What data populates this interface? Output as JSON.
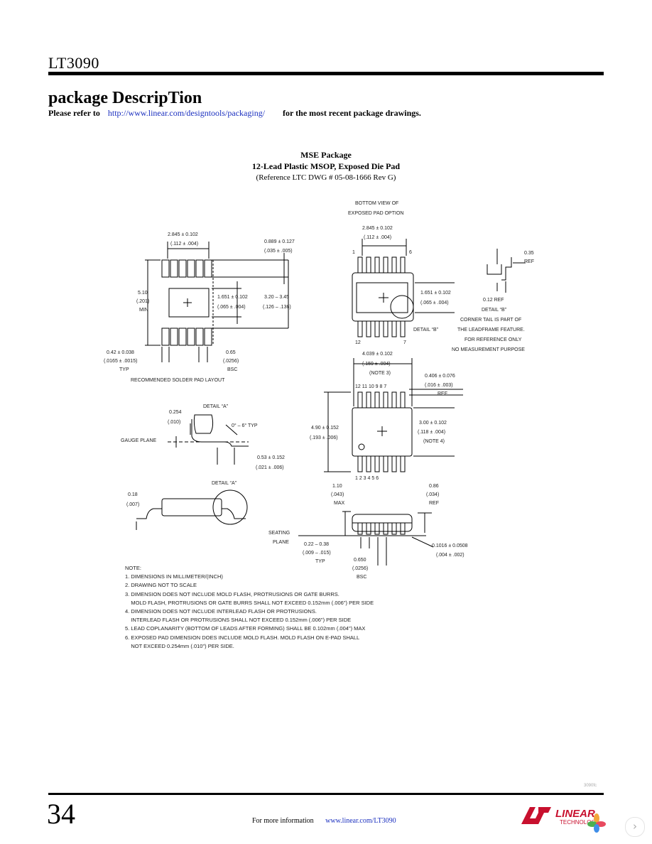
{
  "header": {
    "title": "LT3090"
  },
  "section": {
    "title": "package DescripTion",
    "refer_prefix": "Please refer to",
    "refer_link": "http://www.linear.com/designtools/packaging/",
    "refer_suffix": "for the most recent package drawings."
  },
  "package": {
    "name": "MSE Package",
    "description": "12-Lead Plastic MSOP, Exposed Die Pad",
    "reference": "(Reference LTC DWG # 05-08-1666 Rev G)"
  },
  "drawing_labels": {
    "bottom_view_1": "BOTTOM VIEW OF",
    "bottom_view_2": "EXPOSED PAD OPTION",
    "dim_2845": "2.845 ± 0.102",
    "dim_112": "(.112 ± .004)",
    "dim_0889": "0.889 ± 0.127",
    "dim_035": "(.035 ± .005)",
    "dim_510": "5.10",
    "dim_201": "(.201)",
    "min": "MIN",
    "dim_1651": "1.651 ± 0.102",
    "dim_065": "(.065 ± .004)",
    "dim_320": "3.20 – 3.45",
    "dim_126": "(.126 – .136)",
    "dim_042": "0.42 ± 0.038",
    "dim_0165": "(.0165 ± .0015)",
    "typ": "TYP",
    "dim_065b": "0.65",
    "dim_0256": "(.0256)",
    "bsc": "BSC",
    "recommended": "RECOMMENDED SOLDER PAD LAYOUT",
    "pin1": "1",
    "pin6": "6",
    "pin12": "12",
    "pin7": "7",
    "detail_b_label": "DETAIL “B”",
    "dim_035ref": "0.35",
    "ref": "REF",
    "dim_012ref": "0.12 REF",
    "detail_b_title": "DETAIL “B”",
    "corner_1": "CORNER TAIL IS PART OF",
    "corner_2": "THE LEADFRAME FEATURE.",
    "corner_3": "FOR REFERENCE ONLY",
    "corner_4": "NO MEASUREMENT PURPOSE",
    "dim_4039": "4.039 ± 0.102",
    "dim_159": "(.159 ± .004)",
    "note3": "(NOTE 3)",
    "dim_0406": "0.406 ± 0.076",
    "dim_016": "(.016 ± .003)",
    "top_pins": "12 11 10 9 8 7",
    "dim_490": "4.90 ± 0.152",
    "dim_193": "(.193 ± .006)",
    "dim_300": "3.00 ± 0.102",
    "dim_118": "(.118 ± .004)",
    "note4": "(NOTE 4)",
    "bottom_pins": "1 2 3 4 5 6",
    "detail_a": "DETAIL “A”",
    "dim_0254": "0.254",
    "dim_010": "(.010)",
    "angle": "0° – 6° TYP",
    "gauge": "GAUGE PLANE",
    "dim_053": "0.53 ± 0.152",
    "dim_021": "(.021 ± .006)",
    "dim_018": "0.18",
    "dim_007": "(.007)",
    "dim_110": "1.10",
    "dim_043": "(.043)",
    "max": "MAX",
    "dim_086": "0.86",
    "dim_034": "(.034)",
    "seating_1": "SEATING",
    "seating_2": "PLANE",
    "dim_022": "0.22 – 0.38",
    "dim_009": "(.009 – .015)",
    "dim_0650": "0.650",
    "dim_01016": "0.1016 ± 0.0508",
    "dim_004": "(.004 ± .002)"
  },
  "notes": [
    "NOTE:",
    "1. DIMENSIONS IN MILLIMETER/(INCH)",
    "2. DRAWING NOT TO SCALE",
    "3. DIMENSION DOES NOT INCLUDE MOLD FLASH, PROTRUSIONS OR GATE BURRS.",
    "    MOLD FLASH, PROTRUSIONS OR GATE BURRS SHALL NOT EXCEED 0.152mm (.006\") PER SIDE",
    "4. DIMENSION DOES NOT INCLUDE INTERLEAD FLASH OR PROTRUSIONS.",
    "    INTERLEAD FLASH OR PROTRUSIONS SHALL NOT EXCEED 0.152mm (.006\") PER SIDE",
    "5. LEAD COPLANARITY (BOTTOM OF LEADS AFTER FORMING) SHALL BE 0.102mm (.004\") MAX",
    "6. EXPOSED PAD DIMENSION DOES INCLUDE MOLD FLASH. MOLD FLASH ON E-PAD SHALL",
    "    NOT EXCEED 0.254mm (.010\") PER SIDE."
  ],
  "footer": {
    "page_number": "34",
    "info_prefix": "For more information",
    "info_link": "www.linear.com/LT3090",
    "doc_code": "3090fc",
    "logo_text": "LINEAR",
    "logo_sub": "TECHNOLOGY"
  },
  "nav": {
    "next_icon": "›"
  }
}
